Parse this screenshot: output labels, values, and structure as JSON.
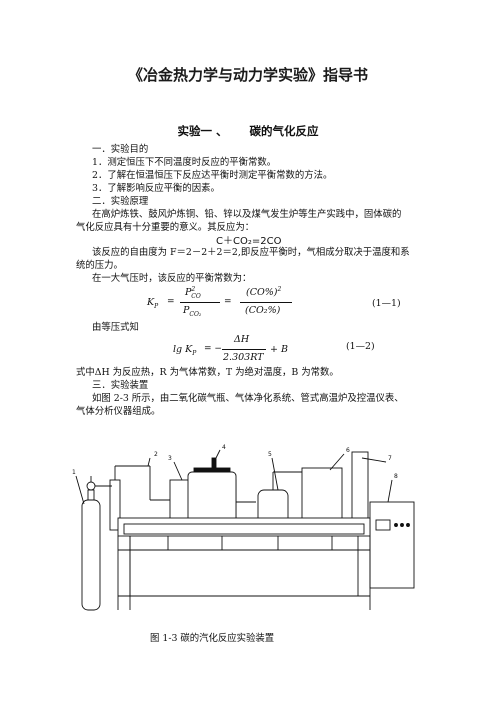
{
  "doc_title": "《冶金热力学与动力学实验》指导书",
  "experiment": {
    "num": "实验一 、",
    "name": "碳的气化反应"
  },
  "lines": {
    "s1": "一．实验目的",
    "p1": "1．测定恒压下不同温度时反应的平衡常数。",
    "p2": "2．了解在恒温恒压下反应达平衡时测定平衡常数的方法。",
    "p3": "3．了解影响反应平衡的因素。",
    "s2": "二．实验原理",
    "t1": "在高炉炼铁、鼓风炉炼铜、铅、锌以及煤气发生炉等生产实践中，固体碳的",
    "t2": "气化反应具有十分重要的意义。其反应为：",
    "reaction": "C＋CO₂=2CO",
    "t3": "该反应的自由度为 F＝2－2＋2＝2,即反应平衡时，气相成分取决于温度和系",
    "t4": "统的压力。",
    "t5": "在一大气压时，该反应的平衡常数为：",
    "t6": "由等压式知",
    "t7": "式中ΔH 为反应热，R 为气体常数，T 为绝对温度，B 为常数。",
    "s3": "三．实验装置",
    "t8": "如图 2-3 所示，由二氧化碳气瓶、气体净化系统、管式高温炉及控温仪表、",
    "t9": "气体分析仪器组成。"
  },
  "eq1": {
    "lhs": "K",
    "lhs_sub": "P",
    "eq": "=",
    "num_left": "P",
    "num_left_sup": "2",
    "num_left_sub": "CO",
    "den_left": "P",
    "den_left_sub": "CO₂",
    "num_right": "(CO%)",
    "num_right_sup": "2",
    "den_right": "(CO₂%)",
    "tag": "(1—1)"
  },
  "eq2": {
    "lhs": "lg K",
    "lhs_sub": "P",
    "eq": "= −",
    "num": "ΔH",
    "den": "2.303RT",
    "plus": "+ B",
    "tag": "(1—2)"
  },
  "figure": {
    "caption": "图 1-3 碳的汽化反应实验装置",
    "labels": [
      "1",
      "2",
      "3",
      "4",
      "5",
      "6",
      "7",
      "8"
    ]
  }
}
